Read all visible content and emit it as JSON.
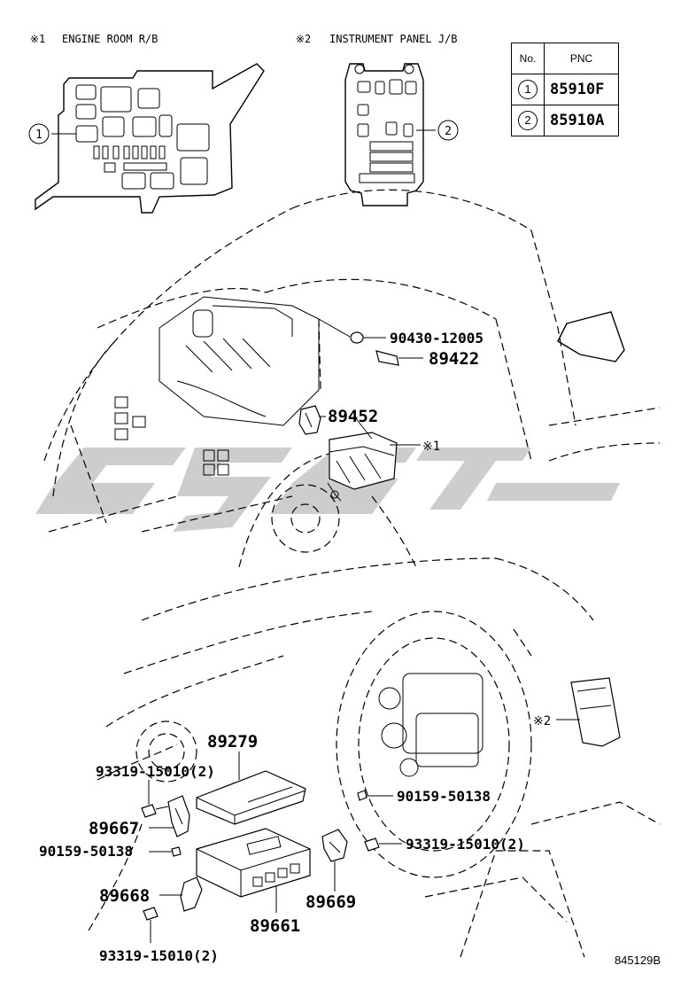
{
  "insets": {
    "engine_room": {
      "mark": "※1",
      "title": "ENGINE ROOM R/B",
      "callout": "1"
    },
    "instrument_panel": {
      "mark": "※2",
      "title": "INSTRUMENT PANEL J/B",
      "callout": "2"
    }
  },
  "pnc_table": {
    "headers": {
      "no": "No.",
      "pnc": "PNC"
    },
    "rows": [
      {
        "no": "1",
        "pnc": "85910F"
      },
      {
        "no": "2",
        "pnc": "85910A"
      }
    ]
  },
  "parts": {
    "p1": "90430-12005",
    "p2": "89422",
    "p3": "89452",
    "p4": "※1",
    "p5": "89279",
    "p6": "93319-15010(2)",
    "p7": "89667",
    "p8": "90159-50138",
    "p9": "89668",
    "p10": "93319-15010(2)",
    "p11": "89661",
    "p12": "89669",
    "p13": "90159-50138",
    "p14": "93319-15010(2)",
    "p15": "※2"
  },
  "catalog_code": "845129B",
  "colors": {
    "line": "#000000",
    "watermark": "#c8c8c8",
    "background": "#ffffff"
  }
}
